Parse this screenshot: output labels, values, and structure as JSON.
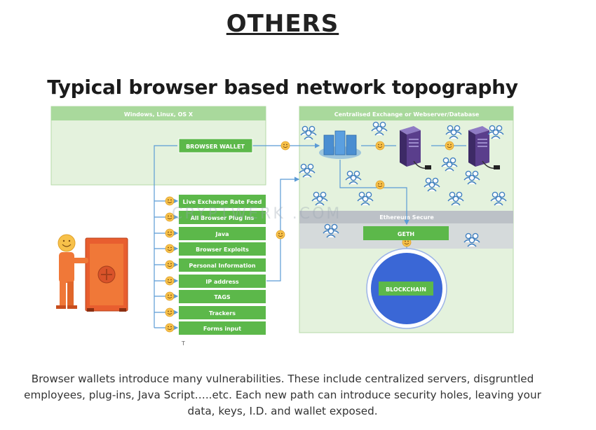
{
  "slide": {
    "heading": "OTHERS",
    "subheading": "Typical browser based network topography",
    "caption": "Browser wallets introduce many vulnerabilities.  These include centralized servers, disgruntled employees, plug-ins, Java Script…..etc.  Each new path can introduce security holes, leaving your data, keys, I.D. and wallet exposed."
  },
  "diagram": {
    "client_panel_label": "Windows, Linux,  OS X",
    "server_panel_label": "Centralised Exchange or Webserver/Database",
    "browser_wallet": "BROWSER WALLET",
    "vectors": [
      "Live Exchange Rate Feed",
      "All Browser Plug Ins",
      "Java",
      "Browser Exploits",
      "Personal Information",
      "IP address",
      "TAGS",
      "Trackers",
      "Forms input"
    ],
    "ethereum_label": "Ethereum Secure",
    "geth_label": "GETH",
    "blockchain_label": "BLOCKCHAIN",
    "watermark": "CRYPTWERK .COM",
    "bottom_mark": "T"
  },
  "colors": {
    "green_box": "#5cb84a",
    "panel_fill": "#e4f2dd",
    "panel_header": "#a9d99c",
    "blue_circle": "#3a67d6",
    "server_purple": "#5a3e8c",
    "person_orange": "#f07838",
    "smiley": "#f7c14a"
  }
}
